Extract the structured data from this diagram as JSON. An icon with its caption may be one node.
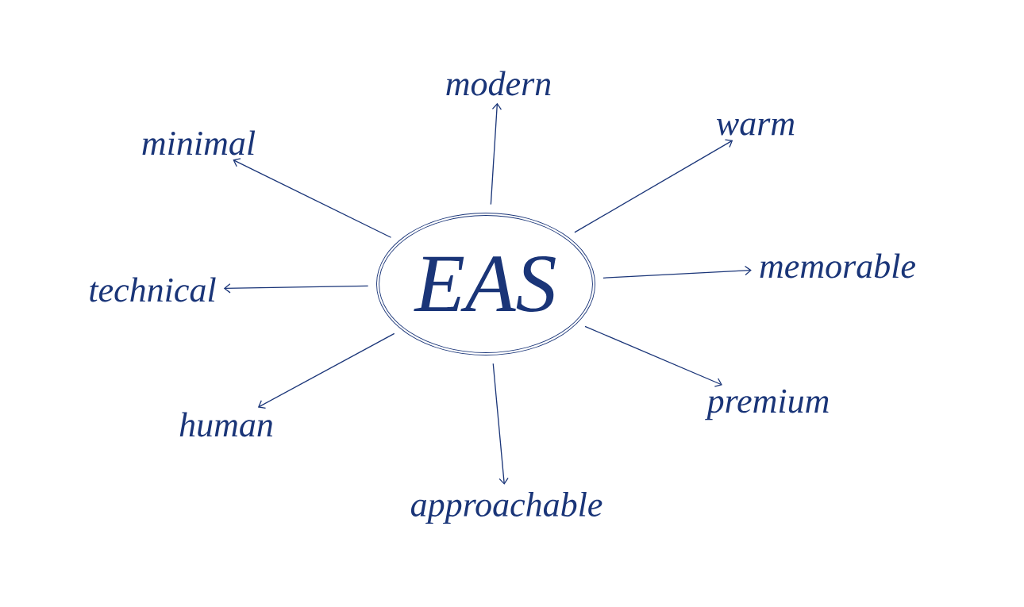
{
  "diagram": {
    "nodes": [
      {
        "text": [
          "EAS"
        ]
      },
      {
        "text": [
          "modern"
        ]
      },
      {
        "text": [
          "warm"
        ]
      },
      {
        "text": [
          "memorable"
        ]
      },
      {
        "text": [
          "premium"
        ]
      },
      {
        "text": [
          "approachable"
        ]
      },
      {
        "text": [
          "human"
        ]
      },
      {
        "text": [
          "technical"
        ]
      },
      {
        "text": [
          "minimal"
        ]
      }
    ],
    "edges": [
      {
        "from": 0,
        "to": 1,
        "arrow": "to"
      },
      {
        "from": 0,
        "to": 2,
        "arrow": "to"
      },
      {
        "from": 0,
        "to": 3,
        "arrow": "to"
      },
      {
        "from": 0,
        "to": 4,
        "arrow": "to"
      },
      {
        "from": 0,
        "to": 5,
        "arrow": "to"
      },
      {
        "from": 0,
        "to": 6,
        "arrow": "to"
      },
      {
        "from": 0,
        "to": 7,
        "arrow": "to"
      },
      {
        "from": 0,
        "to": 8,
        "arrow": "to"
      }
    ]
  }
}
